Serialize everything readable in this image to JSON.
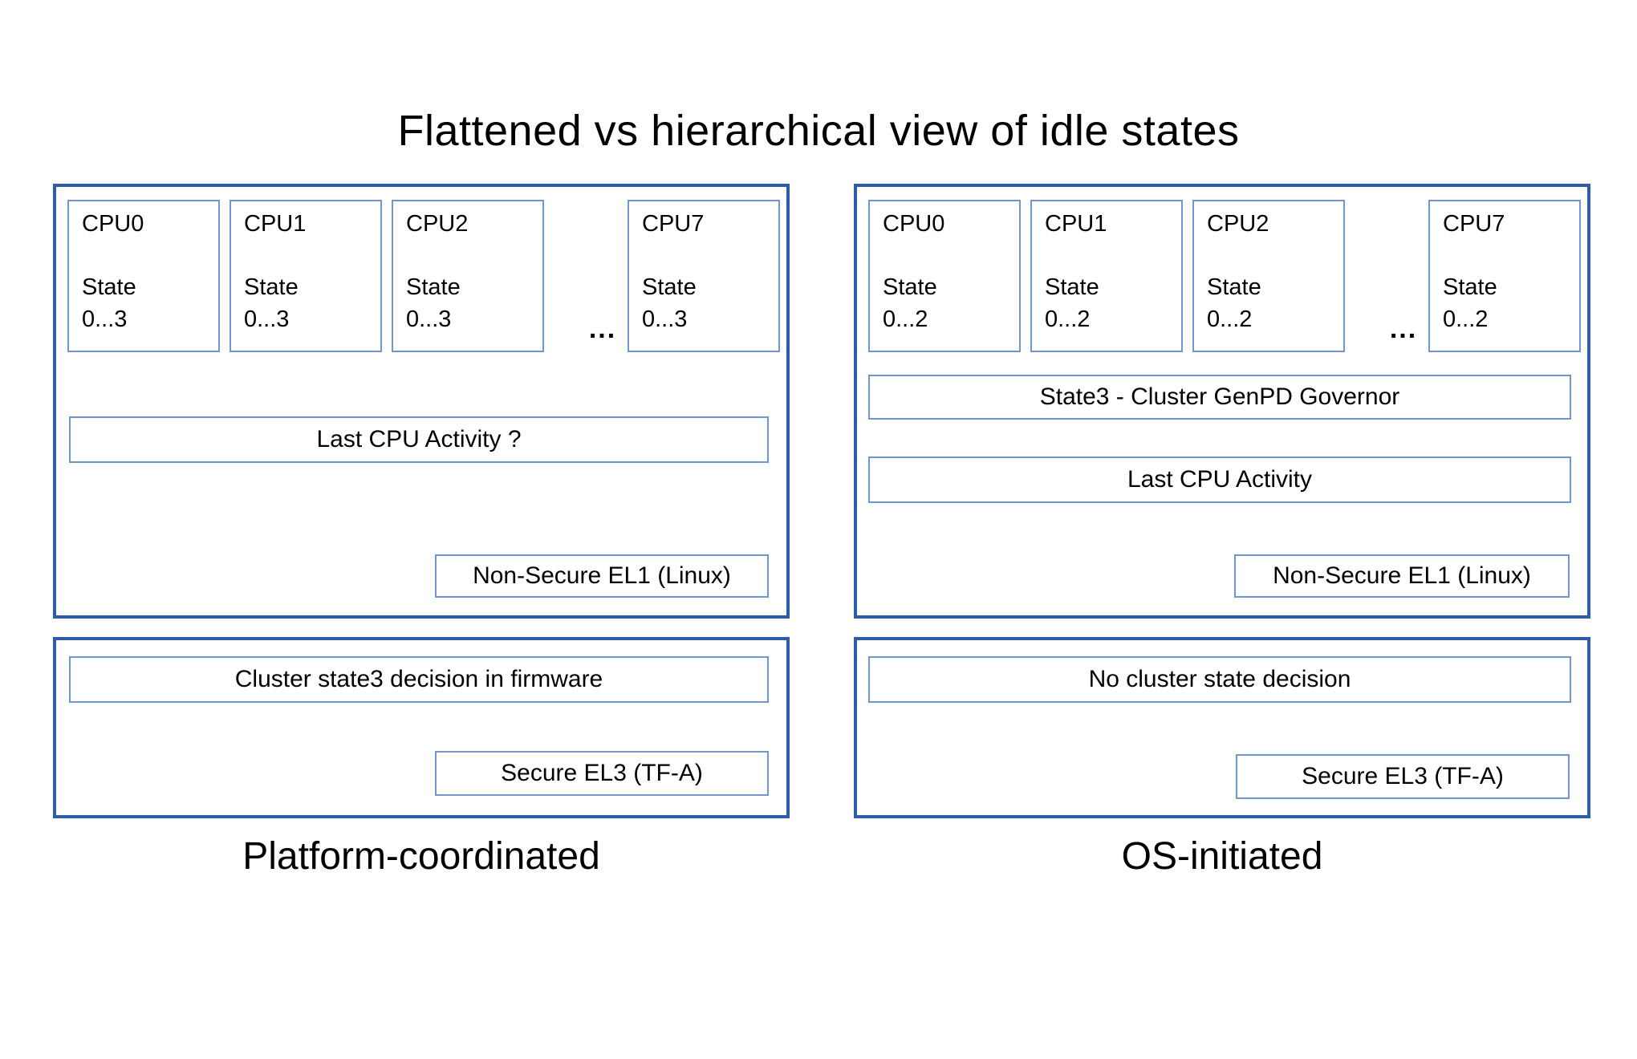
{
  "title": "Flattened vs hierarchical view of idle states",
  "ellipsis": "...",
  "left": {
    "label": "Platform-coordinated",
    "cpus": [
      {
        "name": "CPU0"
      },
      {
        "name": "CPU1"
      },
      {
        "name": "CPU2"
      },
      {
        "name": "CPU7"
      }
    ],
    "state_label": "State",
    "state_range": "0...3",
    "activity": "Last CPU Activity ?",
    "el1": "Non-Secure EL1 (Linux)",
    "firmware_decision": "Cluster state3 decision in firmware",
    "el3": "Secure EL3 (TF-A)"
  },
  "right": {
    "label": "OS-initiated",
    "cpus": [
      {
        "name": "CPU0"
      },
      {
        "name": "CPU1"
      },
      {
        "name": "CPU2"
      },
      {
        "name": "CPU7"
      }
    ],
    "state_label": "State",
    "state_range": "0...2",
    "governor": "State3 - Cluster GenPD Governor",
    "activity": "Last CPU Activity",
    "el1": "Non-Secure EL1 (Linux)",
    "firmware_decision": "No cluster state decision",
    "el3": "Secure EL3 (TF-A)"
  },
  "colors": {
    "outer_border": "#2e5da8",
    "inner_border": "#7096cc",
    "text": "#000000",
    "background": "#ffffff"
  }
}
